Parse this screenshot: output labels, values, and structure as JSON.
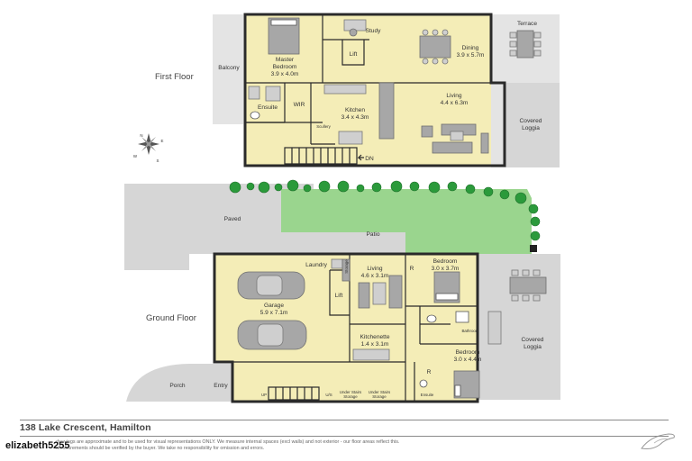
{
  "floors": {
    "first": {
      "label": "First Floor",
      "rooms": {
        "master": {
          "name": "Master",
          "name2": "Bedroom",
          "dims": "3.9 x 4.0m"
        },
        "study": {
          "name": "Study"
        },
        "lift": {
          "name": "Lift"
        },
        "dining": {
          "name": "Dining",
          "dims": "3.9 x 5.7m"
        },
        "terrace": {
          "name": "Terrace"
        },
        "balcony": {
          "name": "Balcony"
        },
        "ensuite": {
          "name": "Ensuite"
        },
        "wir": {
          "name": "WIR"
        },
        "kitchen": {
          "name": "Kitchen",
          "dims": "3.4 x 4.3m"
        },
        "scullery": {
          "name": "Scullery"
        },
        "living": {
          "name": "Living",
          "dims": "4.4 x 6.3m"
        },
        "loggia": {
          "name": "Covered",
          "name2": "Loggia"
        },
        "dn": {
          "name": "DN"
        }
      }
    },
    "ground": {
      "label": "Ground Floor",
      "rooms": {
        "paved": {
          "name": "Paved"
        },
        "patio": {
          "name": "Patio"
        },
        "laundry": {
          "name": "Laundry"
        },
        "storage": {
          "name": "Storage"
        },
        "lift": {
          "name": "Lift"
        },
        "garage": {
          "name": "Garage",
          "dims": "5.9 x 7.1m"
        },
        "living": {
          "name": "Living",
          "dims": "4.6 x 3.1m"
        },
        "kitchenette": {
          "name": "Kitchenette",
          "dims": "1.4 x 3.1m"
        },
        "bedroom1": {
          "name": "Bedroom",
          "dims": "3.0 x 3.7m"
        },
        "r1": {
          "name": "R"
        },
        "bathroom": {
          "name": "Bathroom"
        },
        "bedroom2": {
          "name": "Bedroom",
          "dims": "3.0 x 4.4m"
        },
        "r2": {
          "name": "R"
        },
        "ensuite": {
          "name": "Ensuite"
        },
        "loggia": {
          "name": "Covered",
          "name2": "Loggia"
        },
        "porch": {
          "name": "Porch"
        },
        "entry": {
          "name": "Entry"
        },
        "up": {
          "name": "UP"
        },
        "us": {
          "name": "U/S"
        },
        "understairs1": {
          "name": "Under Stairs",
          "name2": "Storage"
        },
        "understairs2": {
          "name": "Under Stairs",
          "name2": "Storage"
        }
      }
    }
  },
  "compass": {
    "n": "N",
    "e": "E",
    "s": "S",
    "w": "W"
  },
  "address": "138 Lake Crescent, Hamilton",
  "disclaimer": {
    "line1": "drawings are approximate and to be used for visual representations ONLY. We measure internal spaces (excl walls) and not exterior - our floor areas reflect this.",
    "line2": "Measurements should be verified by the buyer. We take no responsibility for omission and errors."
  },
  "watermark": "elizabeth5255",
  "colors": {
    "room": "#f4edb7",
    "grass": "#9ad58e",
    "tree": "#2b9a3b",
    "outdoor": "#d6d6d6"
  }
}
